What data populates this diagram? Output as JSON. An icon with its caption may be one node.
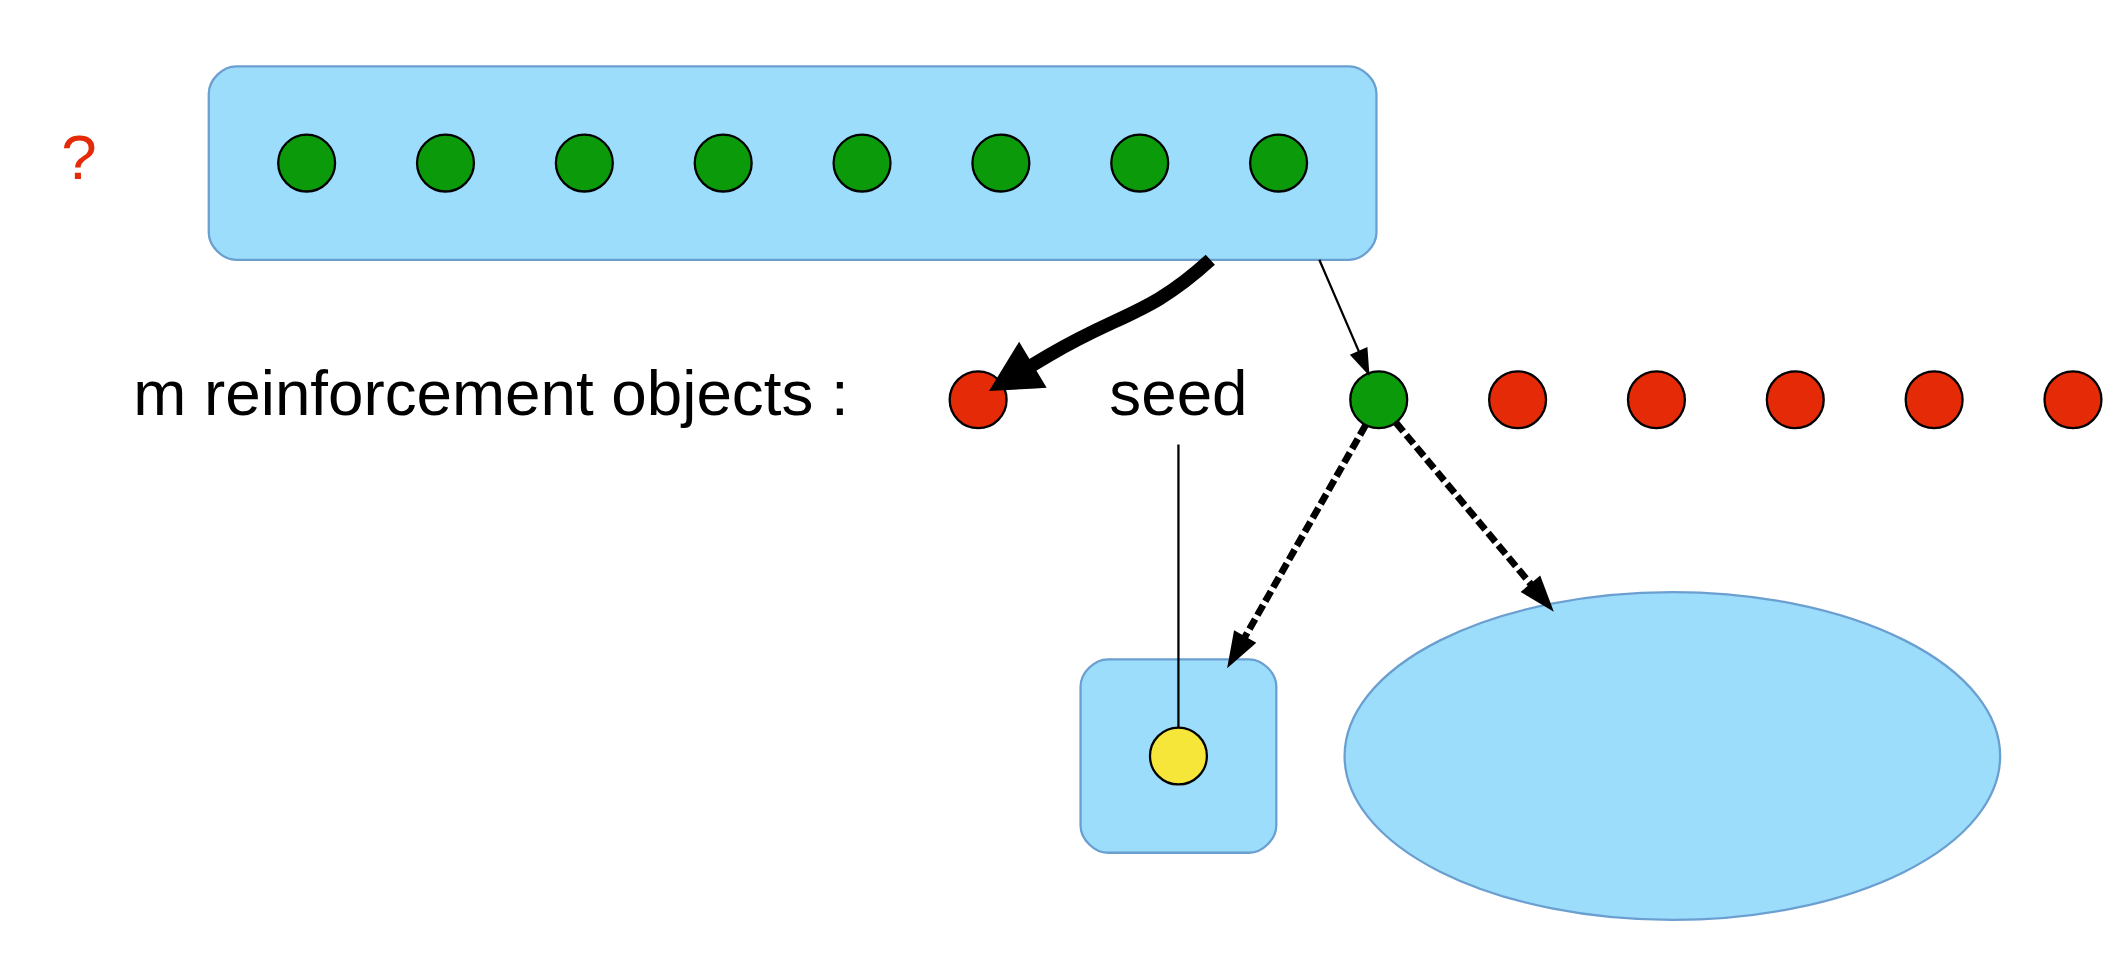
{
  "diagram": {
    "nodes": [
      {
        "text": [],
        "shape": "cloud"
      },
      {
        "text": [],
        "shape": "circle",
        "in": 0
      },
      {
        "text": [],
        "shape": "circle",
        "in": 0
      },
      {
        "text": [],
        "shape": "circle",
        "in": 0
      },
      {
        "text": [],
        "shape": "circle",
        "in": 0
      },
      {
        "text": [],
        "shape": "circle",
        "in": 0
      },
      {
        "text": [],
        "shape": "circle",
        "in": 0
      },
      {
        "text": [],
        "shape": "circle",
        "in": 0
      },
      {
        "text": [],
        "shape": "circle",
        "in": 0
      },
      {
        "text": [],
        "shape": "circle"
      },
      {
        "text": [],
        "shape": "circle"
      },
      {
        "text": [],
        "shape": "circle"
      },
      {
        "text": [],
        "shape": "circle"
      },
      {
        "text": [],
        "shape": "circle"
      },
      {
        "text": [],
        "shape": "circle"
      },
      {
        "text": [],
        "shape": "circle"
      },
      {
        "text": [
          "seed"
        ]
      },
      {
        "text": [],
        "shape": "cloud"
      },
      {
        "text": [],
        "shape": "circle",
        "in": 17
      },
      {
        "text": [],
        "shape": "cloud"
      }
    ],
    "edges": [
      {
        "from": 0,
        "to": 9,
        "arrow": "to",
        "style": "thick"
      },
      {
        "from": 0,
        "to": 15,
        "arrow": "to"
      },
      {
        "from": 15,
        "to": 17,
        "arrow": "to",
        "style": "dashed"
      },
      {
        "from": 15,
        "to": 19,
        "arrow": "to",
        "style": "dashed"
      },
      {
        "from": 16,
        "to": 18,
        "arrow": "none"
      }
    ],
    "labels": [
      "m reinforcement objects :",
      "?"
    ]
  }
}
